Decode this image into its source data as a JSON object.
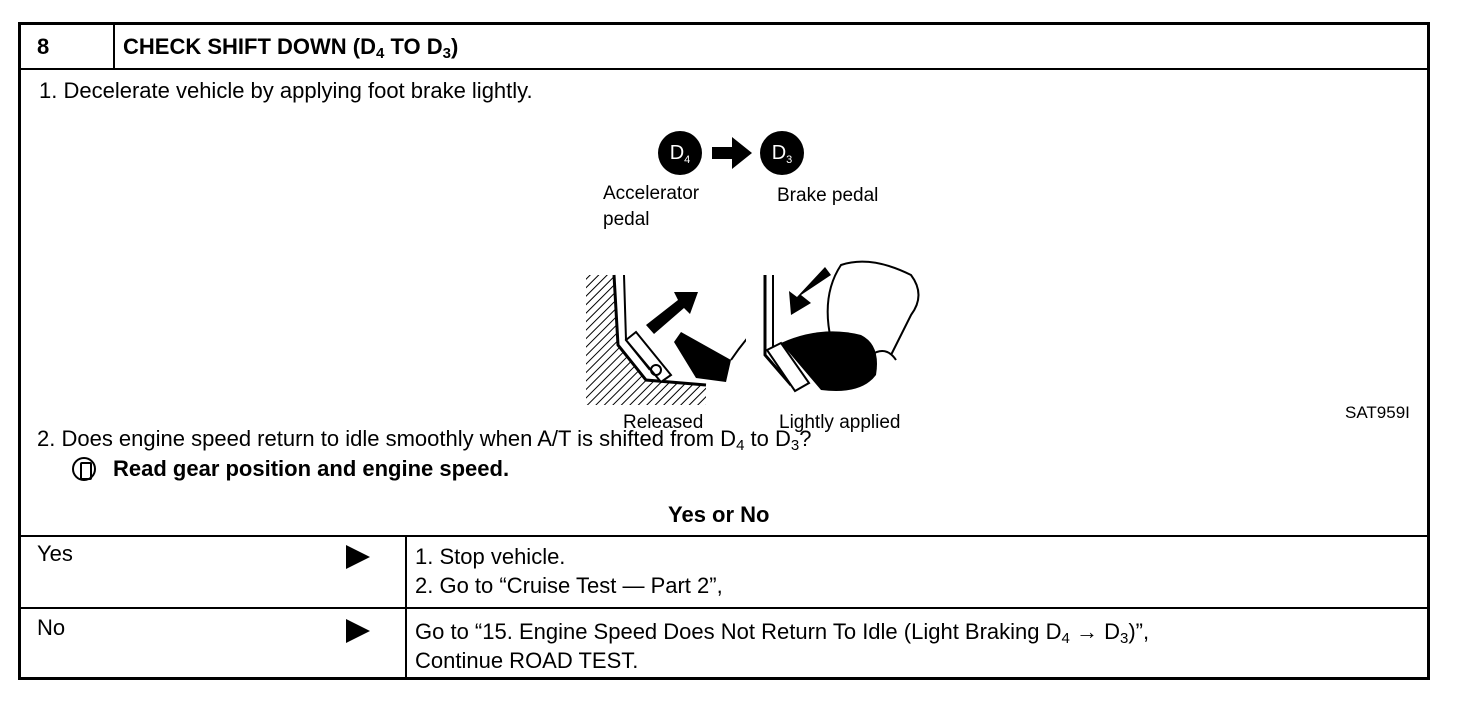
{
  "step": {
    "number": "8",
    "title": "CHECK SHIFT DOWN (D",
    "title_sub1": "4",
    "title_mid": " TO D",
    "title_sub2": "3",
    "title_end": ")"
  },
  "instructions": {
    "item1": "1.  Decelerate vehicle by applying foot brake lightly.",
    "item2_a": "2.  Does engine speed return to idle smoothly when A/T is shifted from D",
    "item2_sub1": "4",
    "item2_b": " to D",
    "item2_sub2": "3",
    "item2_c": "?",
    "consult_text": "Read gear position and engine speed."
  },
  "figure": {
    "gear_from": "D",
    "gear_from_sub": "4",
    "gear_to": "D",
    "gear_to_sub": "3",
    "label_accelerator_line1": "Accelerator",
    "label_accelerator_line2": "pedal",
    "label_brake": "Brake  pedal",
    "label_released": "Released",
    "label_lightly_applied": "Lightly  applied",
    "figure_code": "SAT959I"
  },
  "question": "Yes or No",
  "outcomes": {
    "yes_label": "Yes",
    "yes_step1": "1.  Stop vehicle.",
    "yes_step2": "2.  Go to “Cruise Test — Part 2”,",
    "no_label": "No",
    "no_line1_a": "Go to “15. Engine Speed Does Not Return To Idle (Light Braking D",
    "no_line1_sub1": "4",
    "no_line1_b": " → D",
    "no_line1_sub2": "3",
    "no_line1_c": ")”,",
    "no_line2": "Continue ROAD TEST."
  }
}
